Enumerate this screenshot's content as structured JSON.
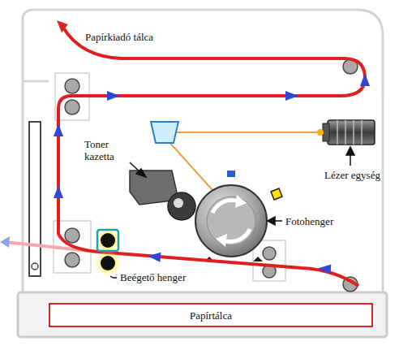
{
  "diagram": {
    "nodes": [
      {
        "text": [
          "Papírtálca"
        ]
      }
    ],
    "labels": [
      "Papírkiadó tálca",
      "Toner kazetta",
      "Lézer egység",
      "Fotohenger",
      "Beégető henger"
    ]
  }
}
